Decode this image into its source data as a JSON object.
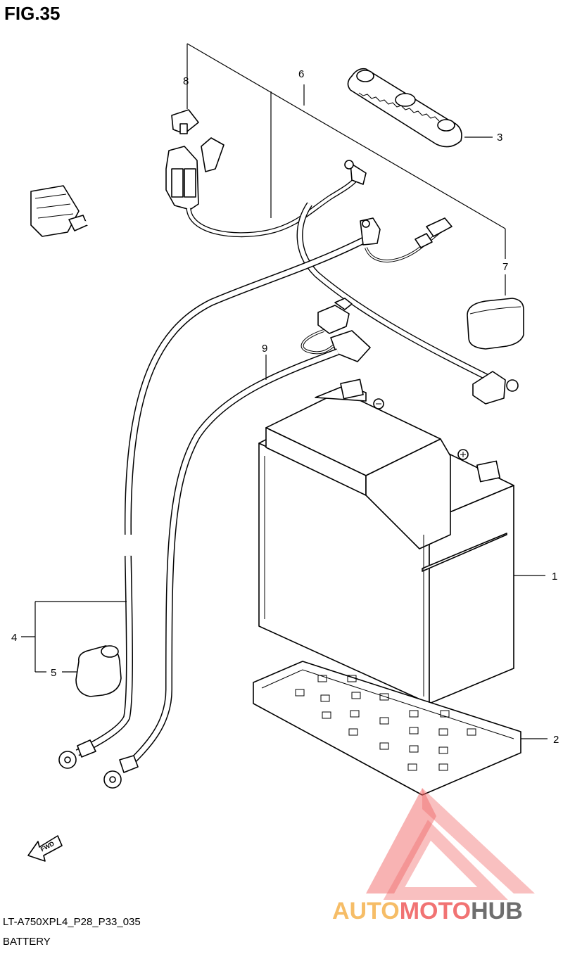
{
  "figure": {
    "title": "FIG.35",
    "code": "LT-A750XPL4_P28_P33_035",
    "caption": "BATTERY"
  },
  "callouts": [
    {
      "id": "1",
      "label": "1"
    },
    {
      "id": "2",
      "label": "2"
    },
    {
      "id": "3",
      "label": "3"
    },
    {
      "id": "4",
      "label": "4"
    },
    {
      "id": "5",
      "label": "5"
    },
    {
      "id": "6",
      "label": "6"
    },
    {
      "id": "7",
      "label": "7"
    },
    {
      "id": "8",
      "label": "8"
    },
    {
      "id": "9",
      "label": "9"
    }
  ],
  "direction_marker": "FWD",
  "watermark": {
    "text_part1": "AUTO",
    "text_part2": "MOTO",
    "text_part3": "HUB",
    "color_primary": "#f5b24d",
    "color_secondary": "#ef5b5b",
    "color_tertiary": "#555555"
  }
}
